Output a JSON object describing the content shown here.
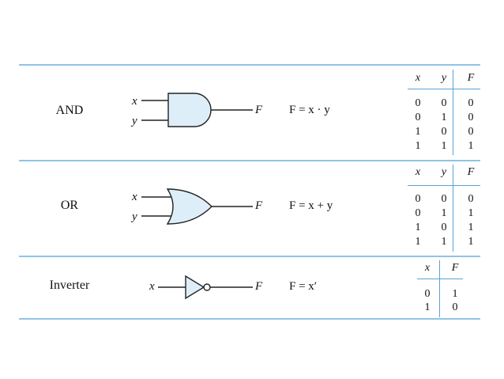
{
  "gates": [
    {
      "name": "AND",
      "inputs": [
        "x",
        "y"
      ],
      "output": "F",
      "expression": "F = x · y",
      "truth_table": {
        "headers": [
          "x",
          "y",
          "F"
        ],
        "rows": [
          [
            "0",
            "0",
            "0"
          ],
          [
            "0",
            "1",
            "0"
          ],
          [
            "1",
            "0",
            "0"
          ],
          [
            "1",
            "1",
            "1"
          ]
        ]
      }
    },
    {
      "name": "OR",
      "inputs": [
        "x",
        "y"
      ],
      "output": "F",
      "expression": "F = x + y",
      "truth_table": {
        "headers": [
          "x",
          "y",
          "F"
        ],
        "rows": [
          [
            "0",
            "0",
            "0"
          ],
          [
            "0",
            "1",
            "1"
          ],
          [
            "1",
            "0",
            "1"
          ],
          [
            "1",
            "1",
            "1"
          ]
        ]
      }
    },
    {
      "name": "Inverter",
      "inputs": [
        "x"
      ],
      "output": "F",
      "expression": "F = x′",
      "truth_table": {
        "headers": [
          "x",
          "F"
        ],
        "rows": [
          [
            "0",
            "1"
          ],
          [
            "1",
            "0"
          ]
        ]
      }
    }
  ],
  "colors": {
    "rule": "#8fc4e6",
    "gate_fill": "#deeef9",
    "table_line": "#5aa3d6"
  }
}
